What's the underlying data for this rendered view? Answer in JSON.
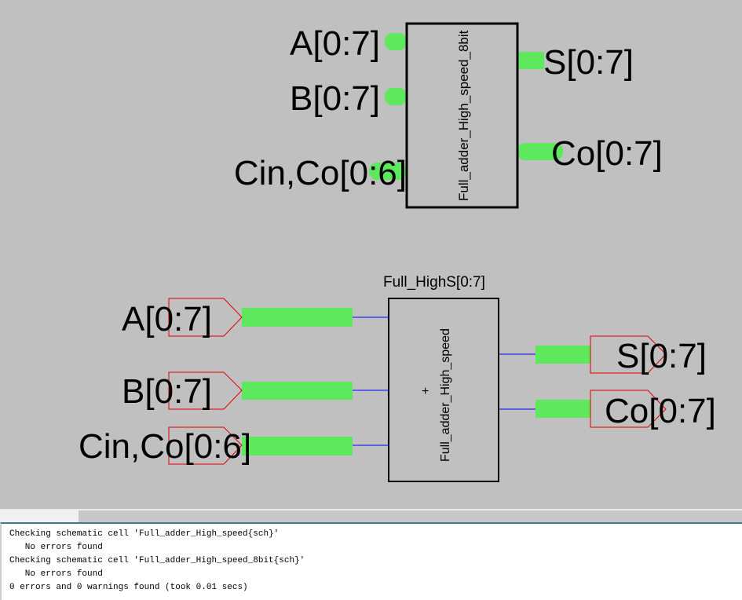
{
  "top_icon": {
    "cell_name": "Full_adder_High_speed_8bit",
    "inputs": [
      "A[0:7]",
      "B[0:7]",
      "Cin,Co[0:6]"
    ],
    "outputs": [
      "S[0:7]",
      "Co[0:7]"
    ]
  },
  "bottom_instance": {
    "instance_name": "Full_HighS[0:7]",
    "cell_name": "Full_adder_High_speed",
    "center_marker": "+",
    "input_ports": [
      "A[0:7]",
      "B[0:7]",
      "Cin,Co[0:6]"
    ],
    "output_ports": [
      "S[0:7]",
      "Co[0:7]"
    ]
  },
  "colors": {
    "background": "#c0c0c0",
    "bus": "#5ee85e",
    "wire": "#0000ff",
    "port": "#e00000"
  },
  "console": {
    "lines": [
      "Checking schematic cell 'Full_adder_High_speed{sch}'",
      "   No errors found",
      "Checking schematic cell 'Full_adder_High_speed_8bit{sch}'",
      "   No errors found",
      "0 errors and 0 warnings found (took 0.01 secs)"
    ]
  }
}
